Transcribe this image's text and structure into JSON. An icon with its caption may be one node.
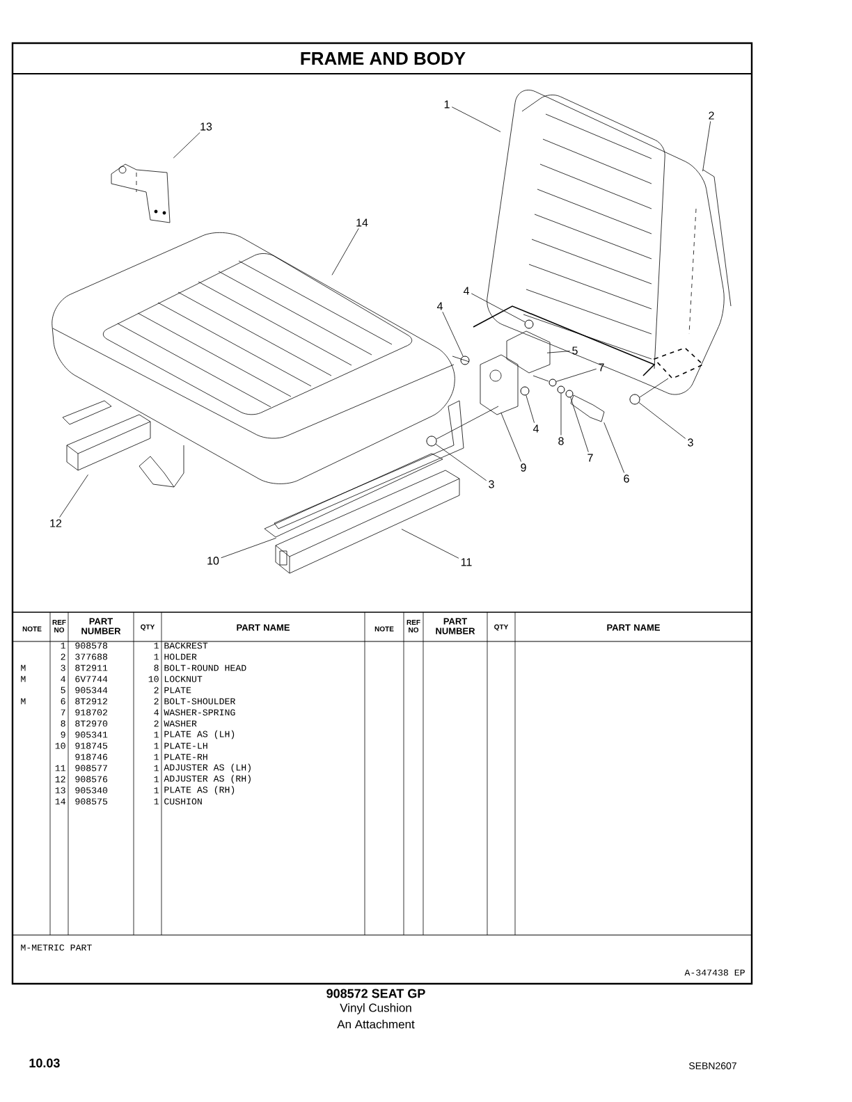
{
  "diagram": {
    "title": "FRAME AND BODY",
    "nodes": [
      {
        "text": [
          "1"
        ]
      },
      {
        "text": [
          "2"
        ]
      },
      {
        "text": [
          "13"
        ]
      },
      {
        "text": [
          "14"
        ]
      },
      {
        "text": [
          "4"
        ]
      },
      {
        "text": [
          "4"
        ]
      },
      {
        "text": [
          "5"
        ]
      },
      {
        "text": [
          "7"
        ]
      },
      {
        "text": [
          "4"
        ]
      },
      {
        "text": [
          "3"
        ]
      },
      {
        "text": [
          "8"
        ]
      },
      {
        "text": [
          "7"
        ]
      },
      {
        "text": [
          "9"
        ]
      },
      {
        "text": [
          "6"
        ]
      },
      {
        "text": [
          "3"
        ]
      },
      {
        "text": [
          "12"
        ]
      },
      {
        "text": [
          "10"
        ]
      },
      {
        "text": [
          "11"
        ]
      },
      {
        "text": [],
        "shape": "circle"
      },
      {
        "text": [],
        "shape": "circle"
      },
      {
        "text": [],
        "shape": "circle"
      },
      {
        "text": [],
        "shape": "circle"
      },
      {
        "text": [],
        "shape": "circle"
      },
      {
        "text": [],
        "shape": "circle"
      },
      {
        "text": [],
        "shape": "circle"
      },
      {
        "text": [],
        "shape": "circle"
      }
    ],
    "edges": [
      {
        "from": 0,
        "to": null,
        "arrow": "none"
      },
      {
        "from": 1,
        "to": null,
        "arrow": "none"
      },
      {
        "from": 2,
        "to": null,
        "arrow": "none"
      },
      {
        "from": 3,
        "to": null,
        "arrow": "none"
      },
      {
        "from": 4,
        "to": 21,
        "arrow": "none"
      },
      {
        "from": 5,
        "to": 19,
        "arrow": "none"
      },
      {
        "from": 6,
        "to": null,
        "arrow": "none"
      },
      {
        "from": 7,
        "to": 22,
        "arrow": "none"
      },
      {
        "from": 8,
        "to": 20,
        "arrow": "none"
      },
      {
        "from": 9,
        "to": 25,
        "arrow": "none"
      },
      {
        "from": 10,
        "to": 23,
        "arrow": "none"
      },
      {
        "from": 11,
        "to": 24,
        "arrow": "none"
      },
      {
        "from": 12,
        "to": null,
        "arrow": "none"
      },
      {
        "from": 13,
        "to": null,
        "arrow": "none"
      },
      {
        "from": 14,
        "to": 18,
        "arrow": "none"
      },
      {
        "from": 15,
        "to": null,
        "arrow": "none"
      },
      {
        "from": 16,
        "to": null,
        "arrow": "none"
      },
      {
        "from": 17,
        "to": null,
        "arrow": "none"
      }
    ],
    "labels": [
      "NOTE",
      "REF NO",
      "PART NUMBER",
      "QTY",
      "PART NAME",
      "NOTE",
      "REF NO",
      "PART NUMBER",
      "QTY",
      "PART NAME",
      "1",
      "908578",
      "1",
      "BACKREST",
      "2",
      "377688",
      "1",
      "HOLDER",
      "M",
      "3",
      "8T2911",
      "8",
      "BOLT-ROUND HEAD",
      "M",
      "4",
      "6V7744",
      "10",
      "LOCKNUT",
      "5",
      "905344",
      "2",
      "PLATE",
      "M",
      "6",
      "8T2912",
      "2",
      "BOLT-SHOULDER",
      "7",
      "918702",
      "4",
      "WASHER-SPRING",
      "8",
      "8T2970",
      "2",
      "WASHER",
      "9",
      "905341",
      "1",
      "PLATE AS (LH)",
      "10",
      "918745",
      "1",
      "PLATE-LH",
      "918746",
      "1",
      "PLATE-RH",
      "11",
      "908577",
      "1",
      "ADJUSTER AS (LH)",
      "12",
      "908576",
      "1",
      "ADJUSTER AS (RH)",
      "13",
      "905340",
      "1",
      "PLATE AS (RH)",
      "14",
      "908575",
      "1",
      "CUSHION",
      "M-METRIC PART",
      "A-347438 EP",
      "908572 SEAT GP",
      "Vinyl Cushion",
      "An Attachment",
      "10.03",
      "SEBN2607"
    ]
  }
}
